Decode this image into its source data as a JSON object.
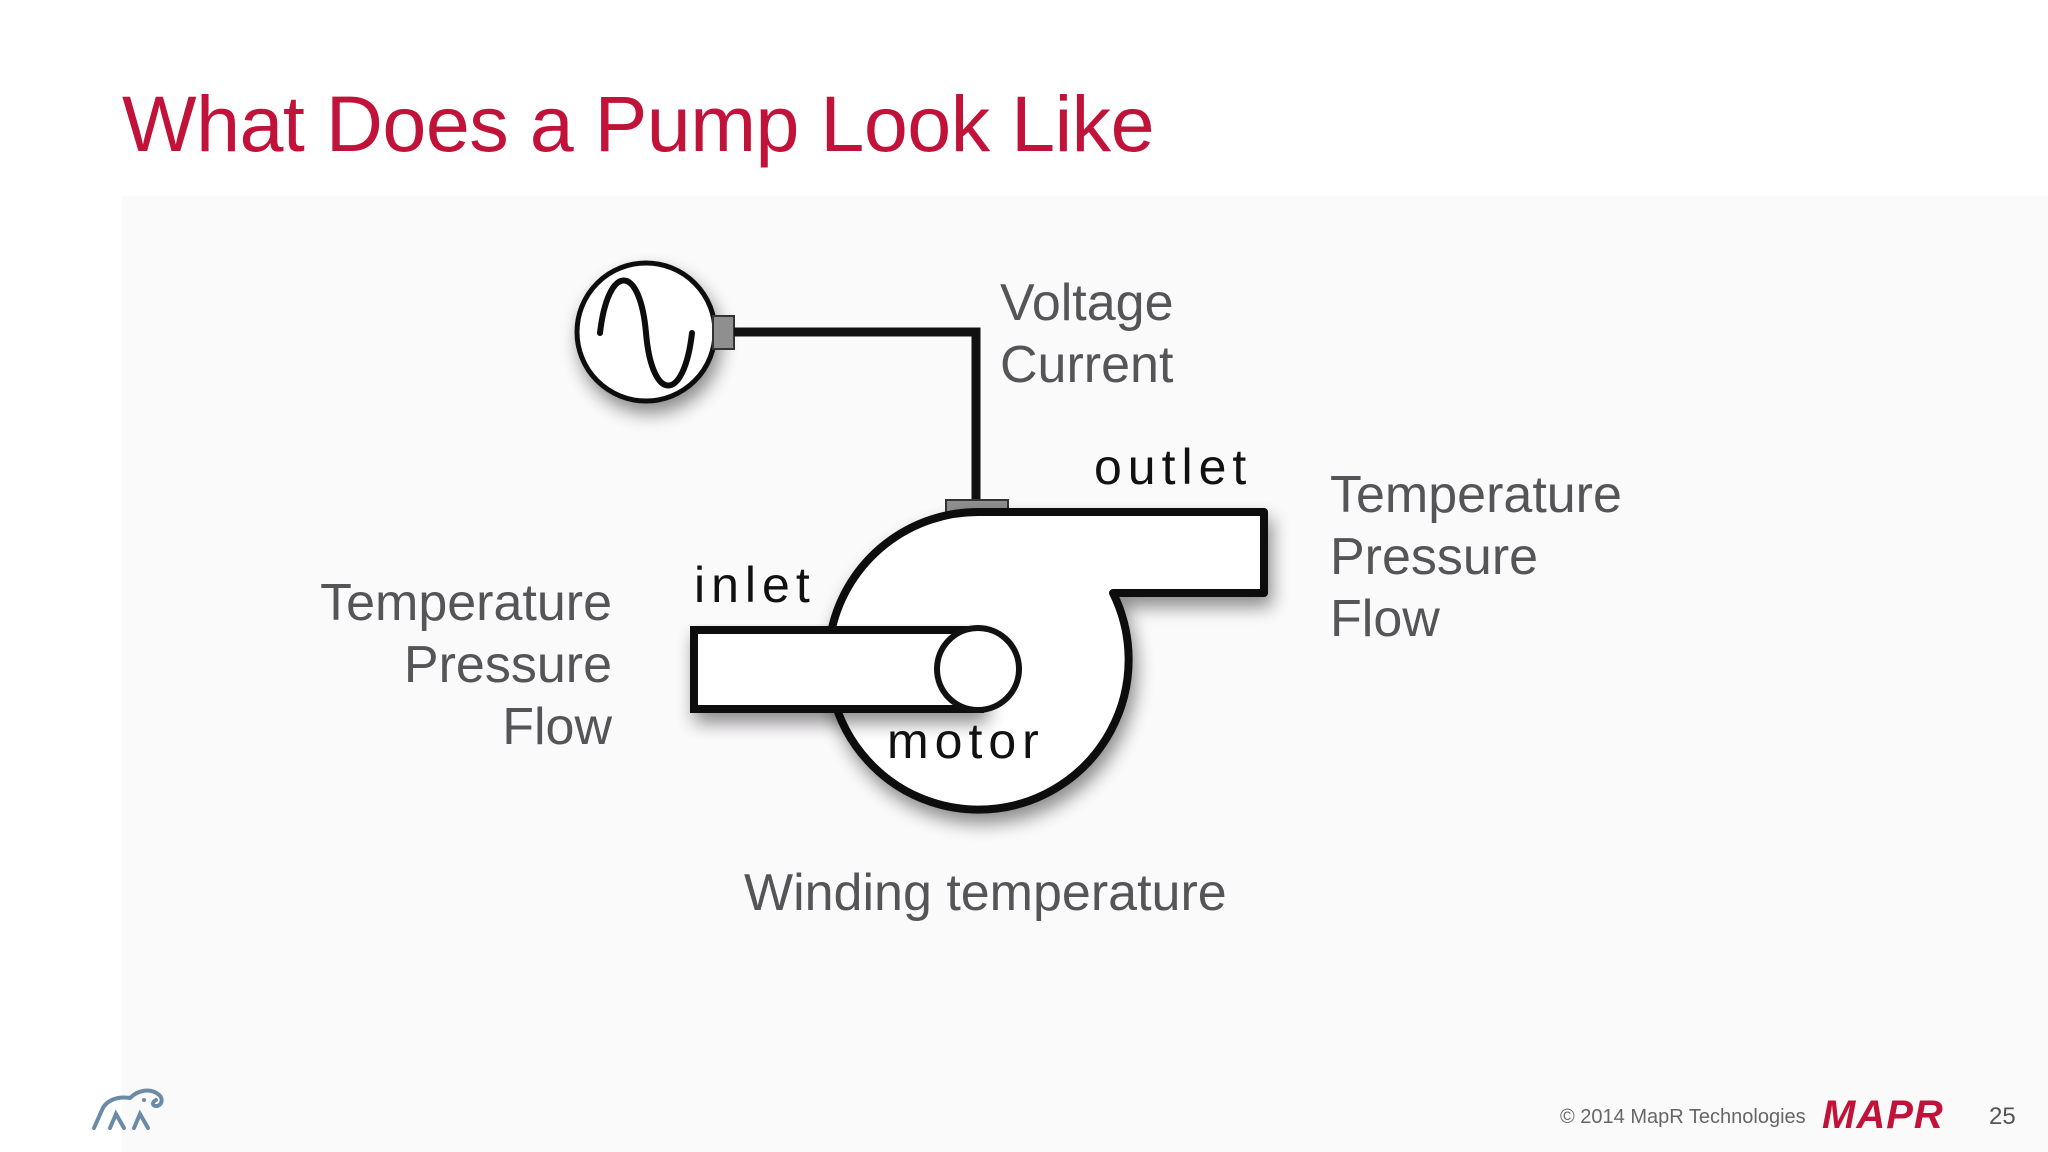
{
  "slide": {
    "title": "What Does a Pump Look Like",
    "source_labels": [
      "Voltage",
      "Current"
    ],
    "inlet_labels": [
      "Temperature",
      "Pressure",
      "Flow"
    ],
    "outlet_labels": [
      "Temperature",
      "Pressure",
      "Flow"
    ],
    "motor_label_bottom": "Winding temperature",
    "parts": {
      "inlet": "inlet",
      "outlet": "outlet",
      "motor": "motor"
    }
  },
  "footer": {
    "copyright": "© 2014 MapR Technologies",
    "brand": "MAPR",
    "page_number": "25"
  },
  "colors": {
    "title": "#c1123a",
    "labels": "#555558",
    "brand": "#c1123a"
  },
  "icons": [
    "ac-source-icon",
    "elephant-logo-icon"
  ]
}
